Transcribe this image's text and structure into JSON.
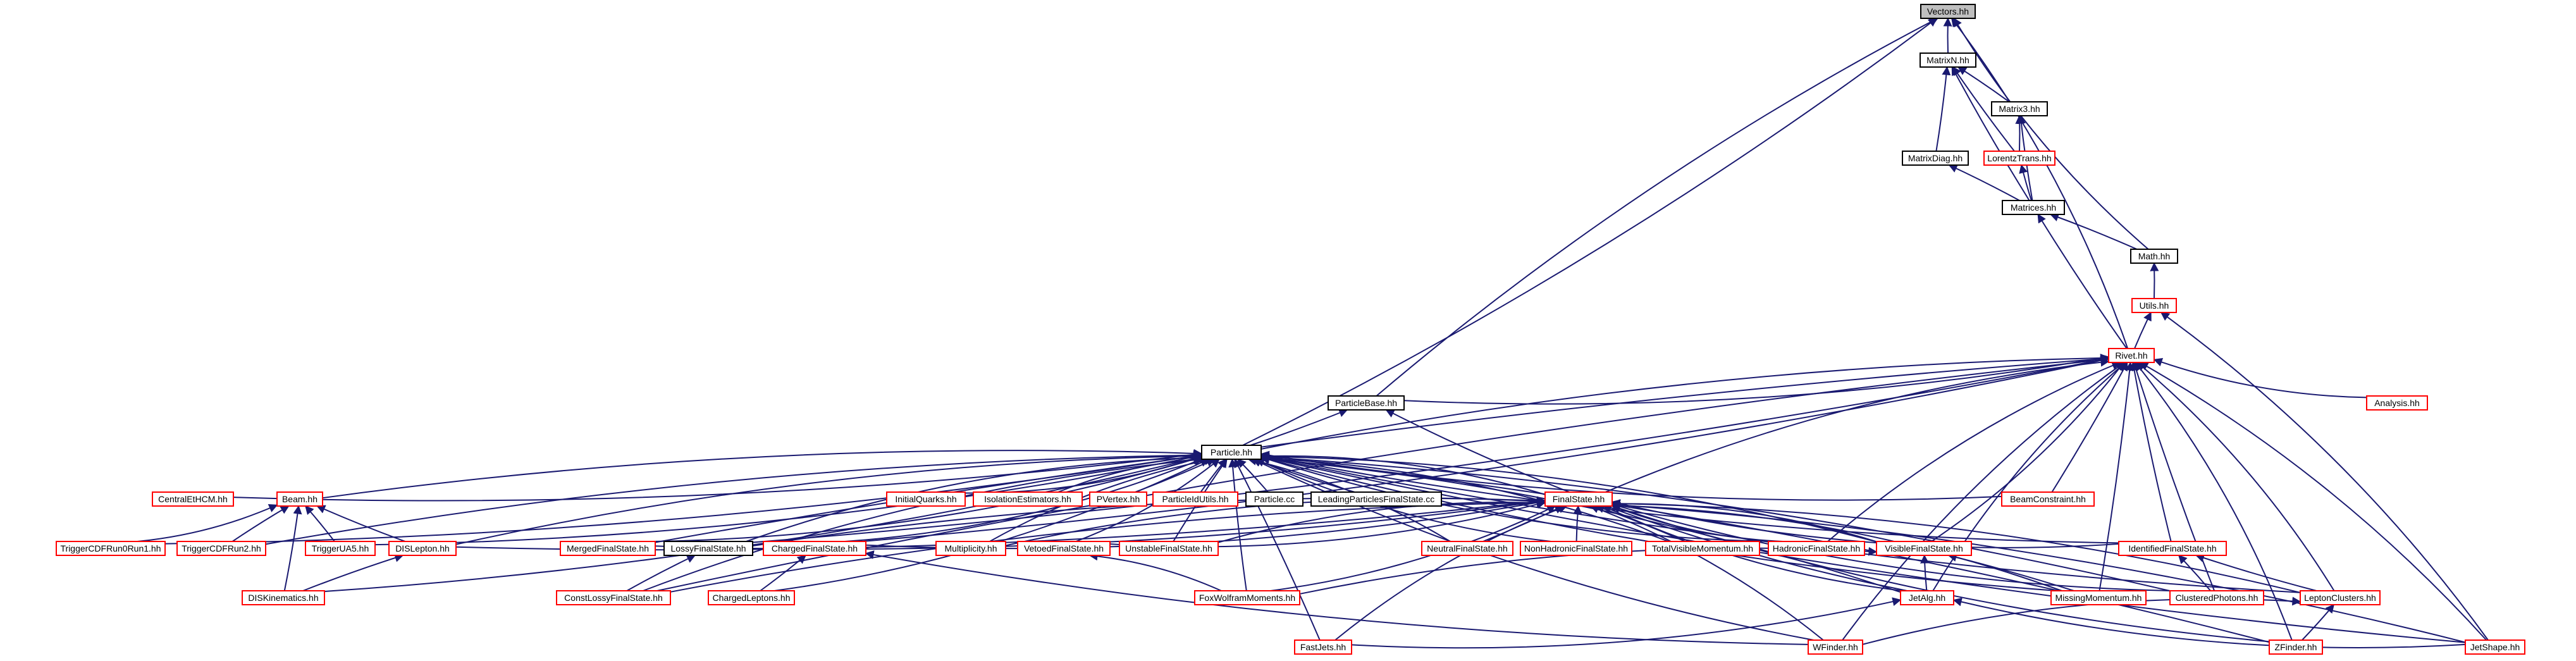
{
  "colors": {
    "edge": "#191970",
    "undocumented_border": "#ff0000",
    "documented_border": "#000000",
    "focus_fill": "#bfbfbf",
    "node_fill": "#ffffff"
  },
  "nodes": [
    {
      "id": "vectors",
      "label": "Vectors.hh",
      "style": "focus"
    },
    {
      "id": "matrixn",
      "label": "MatrixN.hh",
      "style": "black"
    },
    {
      "id": "matrix3",
      "label": "Matrix3.hh",
      "style": "black"
    },
    {
      "id": "lorentztrans",
      "label": "LorentzTrans.hh",
      "style": "red"
    },
    {
      "id": "matrixdiag",
      "label": "MatrixDiag.hh",
      "style": "black"
    },
    {
      "id": "matrices",
      "label": "Matrices.hh",
      "style": "black"
    },
    {
      "id": "math",
      "label": "Math.hh",
      "style": "black"
    },
    {
      "id": "utils",
      "label": "Utils.hh",
      "style": "red"
    },
    {
      "id": "rivet",
      "label": "Rivet.hh",
      "style": "red"
    },
    {
      "id": "analysis",
      "label": "Analysis.hh",
      "style": "red"
    },
    {
      "id": "particlebase",
      "label": "ParticleBase.hh",
      "style": "black"
    },
    {
      "id": "particle",
      "label": "Particle.hh",
      "style": "black"
    },
    {
      "id": "centraleth",
      "label": "CentralEtHCM.hh",
      "style": "red"
    },
    {
      "id": "beam",
      "label": "Beam.hh",
      "style": "red"
    },
    {
      "id": "initialquarks",
      "label": "InitialQuarks.hh",
      "style": "red"
    },
    {
      "id": "isolation",
      "label": "IsolationEstimators.hh",
      "style": "red"
    },
    {
      "id": "pvertex",
      "label": "PVertex.hh",
      "style": "red"
    },
    {
      "id": "particleidutils",
      "label": "ParticleIdUtils.hh",
      "style": "red"
    },
    {
      "id": "particlecc",
      "label": "Particle.cc",
      "style": "black"
    },
    {
      "id": "leadingparticles",
      "label": "LeadingParticlesFinalState.cc",
      "style": "black"
    },
    {
      "id": "finalstate",
      "label": "FinalState.hh",
      "style": "red"
    },
    {
      "id": "beamconstraint",
      "label": "BeamConstraint.hh",
      "style": "red"
    },
    {
      "id": "triggercdf1",
      "label": "TriggerCDFRun0Run1.hh",
      "style": "red"
    },
    {
      "id": "triggercdf2",
      "label": "TriggerCDFRun2.hh",
      "style": "red"
    },
    {
      "id": "triggerua5",
      "label": "TriggerUA5.hh",
      "style": "red"
    },
    {
      "id": "dislepton",
      "label": "DISLepton.hh",
      "style": "red"
    },
    {
      "id": "mergedfs",
      "label": "MergedFinalState.hh",
      "style": "red"
    },
    {
      "id": "lossyfs",
      "label": "LossyFinalState.hh",
      "style": "black"
    },
    {
      "id": "chargedfs",
      "label": "ChargedFinalState.hh",
      "style": "red"
    },
    {
      "id": "multiplicity",
      "label": "Multiplicity.hh",
      "style": "red"
    },
    {
      "id": "vetoedfs",
      "label": "VetoedFinalState.hh",
      "style": "red"
    },
    {
      "id": "unstablefs",
      "label": "UnstableFinalState.hh",
      "style": "red"
    },
    {
      "id": "neutralfs",
      "label": "NeutralFinalState.hh",
      "style": "red"
    },
    {
      "id": "nonhadronicfs",
      "label": "NonHadronicFinalState.hh",
      "style": "red"
    },
    {
      "id": "totalvisible",
      "label": "TotalVisibleMomentum.hh",
      "style": "red"
    },
    {
      "id": "hadronicfs",
      "label": "HadronicFinalState.hh",
      "style": "red"
    },
    {
      "id": "visiblefs",
      "label": "VisibleFinalState.hh",
      "style": "red"
    },
    {
      "id": "identifiedfs",
      "label": "IdentifiedFinalState.hh",
      "style": "red"
    },
    {
      "id": "diskinematics",
      "label": "DISKinematics.hh",
      "style": "red"
    },
    {
      "id": "constlossyfs",
      "label": "ConstLossyFinalState.hh",
      "style": "red"
    },
    {
      "id": "chargedleptons",
      "label": "ChargedLeptons.hh",
      "style": "red"
    },
    {
      "id": "foxwolfram",
      "label": "FoxWolframMoments.hh",
      "style": "red"
    },
    {
      "id": "jetalg",
      "label": "JetAlg.hh",
      "style": "red"
    },
    {
      "id": "missingmomentum",
      "label": "MissingMomentum.hh",
      "style": "red"
    },
    {
      "id": "clusteredphotons",
      "label": "ClusteredPhotons.hh",
      "style": "red"
    },
    {
      "id": "leptonclusters",
      "label": "LeptonClusters.hh",
      "style": "red"
    },
    {
      "id": "fastjets",
      "label": "FastJets.hh",
      "style": "red"
    },
    {
      "id": "wfinder",
      "label": "WFinder.hh",
      "style": "red"
    },
    {
      "id": "zfinder",
      "label": "ZFinder.hh",
      "style": "red"
    },
    {
      "id": "jetshape",
      "label": "JetShape.hh",
      "style": "red"
    }
  ],
  "edges": [
    [
      "matrixn",
      "vectors"
    ],
    [
      "particle",
      "vectors"
    ],
    [
      "particlebase",
      "vectors"
    ],
    [
      "rivet",
      "vectors"
    ],
    [
      "math",
      "vectors"
    ],
    [
      "matrix3",
      "matrixn"
    ],
    [
      "lorentztrans",
      "matrixn"
    ],
    [
      "matrixdiag",
      "matrixn"
    ],
    [
      "matrices",
      "matrixn"
    ],
    [
      "lorentztrans",
      "matrix3"
    ],
    [
      "matrices",
      "matrix3"
    ],
    [
      "matrices",
      "matrixdiag"
    ],
    [
      "matrices",
      "lorentztrans"
    ],
    [
      "math",
      "matrices"
    ],
    [
      "rivet",
      "matrices"
    ],
    [
      "utils",
      "math"
    ],
    [
      "rivet",
      "utils"
    ],
    [
      "jetshape",
      "utils"
    ],
    [
      "analysis",
      "rivet"
    ],
    [
      "particlebase",
      "rivet"
    ],
    [
      "particle",
      "rivet"
    ],
    [
      "beamconstraint",
      "rivet"
    ],
    [
      "finalstate",
      "rivet"
    ],
    [
      "visiblefs",
      "rivet"
    ],
    [
      "identifiedfs",
      "rivet"
    ],
    [
      "leptonclusters",
      "rivet"
    ],
    [
      "clusteredphotons",
      "rivet"
    ],
    [
      "missingmomentum",
      "rivet"
    ],
    [
      "jetalg",
      "rivet"
    ],
    [
      "zfinder",
      "rivet"
    ],
    [
      "wfinder",
      "rivet"
    ],
    [
      "jetshape",
      "rivet"
    ],
    [
      "constlossyfs",
      "rivet"
    ],
    [
      "lossyfs",
      "rivet"
    ],
    [
      "mergedfs",
      "rivet"
    ],
    [
      "chargedfs",
      "rivet"
    ],
    [
      "hadronicfs",
      "rivet"
    ],
    [
      "particle",
      "particlebase"
    ],
    [
      "jetalg",
      "particlebase"
    ],
    [
      "centraleth",
      "particle"
    ],
    [
      "beam",
      "particle"
    ],
    [
      "initialquarks",
      "particle"
    ],
    [
      "isolation",
      "particle"
    ],
    [
      "pvertex",
      "particle"
    ],
    [
      "particleidutils",
      "particle"
    ],
    [
      "particlecc",
      "particle"
    ],
    [
      "leadingparticles",
      "particle"
    ],
    [
      "finalstate",
      "particle"
    ],
    [
      "beamconstraint",
      "particle"
    ],
    [
      "triggercdf1",
      "particle"
    ],
    [
      "triggercdf2",
      "particle"
    ],
    [
      "triggerua5",
      "particle"
    ],
    [
      "dislepton",
      "particle"
    ],
    [
      "mergedfs",
      "particle"
    ],
    [
      "lossyfs",
      "particle"
    ],
    [
      "chargedfs",
      "particle"
    ],
    [
      "multiplicity",
      "particle"
    ],
    [
      "vetoedfs",
      "particle"
    ],
    [
      "unstablefs",
      "particle"
    ],
    [
      "neutralfs",
      "particle"
    ],
    [
      "nonhadronicfs",
      "particle"
    ],
    [
      "totalvisible",
      "particle"
    ],
    [
      "hadronicfs",
      "particle"
    ],
    [
      "visiblefs",
      "particle"
    ],
    [
      "identifiedfs",
      "particle"
    ],
    [
      "diskinematics",
      "particle"
    ],
    [
      "constlossyfs",
      "particle"
    ],
    [
      "chargedleptons",
      "particle"
    ],
    [
      "foxwolfram",
      "particle"
    ],
    [
      "jetalg",
      "particle"
    ],
    [
      "missingmomentum",
      "particle"
    ],
    [
      "clusteredphotons",
      "particle"
    ],
    [
      "leptonclusters",
      "particle"
    ],
    [
      "fastjets",
      "particle"
    ],
    [
      "wfinder",
      "particle"
    ],
    [
      "zfinder",
      "particle"
    ],
    [
      "jetshape",
      "particle"
    ],
    [
      "triggercdf1",
      "beam"
    ],
    [
      "triggercdf2",
      "beam"
    ],
    [
      "triggerua5",
      "beam"
    ],
    [
      "dislepton",
      "beam"
    ],
    [
      "diskinematics",
      "beam"
    ],
    [
      "diskinematics",
      "dislepton"
    ],
    [
      "mergedfs",
      "finalstate"
    ],
    [
      "lossyfs",
      "finalstate"
    ],
    [
      "chargedfs",
      "finalstate"
    ],
    [
      "multiplicity",
      "finalstate"
    ],
    [
      "vetoedfs",
      "finalstate"
    ],
    [
      "unstablefs",
      "finalstate"
    ],
    [
      "neutralfs",
      "finalstate"
    ],
    [
      "nonhadronicfs",
      "finalstate"
    ],
    [
      "totalvisible",
      "finalstate"
    ],
    [
      "hadronicfs",
      "finalstate"
    ],
    [
      "visiblefs",
      "finalstate"
    ],
    [
      "identifiedfs",
      "finalstate"
    ],
    [
      "dislepton",
      "finalstate"
    ],
    [
      "constlossyfs",
      "finalstate"
    ],
    [
      "foxwolfram",
      "finalstate"
    ],
    [
      "jetalg",
      "finalstate"
    ],
    [
      "missingmomentum",
      "finalstate"
    ],
    [
      "clusteredphotons",
      "finalstate"
    ],
    [
      "leptonclusters",
      "finalstate"
    ],
    [
      "fastjets",
      "finalstate"
    ],
    [
      "wfinder",
      "finalstate"
    ],
    [
      "zfinder",
      "finalstate"
    ],
    [
      "jetshape",
      "finalstate"
    ],
    [
      "constlossyfs",
      "lossyfs"
    ],
    [
      "chargedleptons",
      "chargedfs"
    ],
    [
      "wfinder",
      "chargedfs"
    ],
    [
      "foxwolfram",
      "vetoedfs"
    ],
    [
      "jetalg",
      "visiblefs"
    ],
    [
      "missingmomentum",
      "visiblefs"
    ],
    [
      "foxwolfram",
      "visiblefs"
    ],
    [
      "clusteredphotons",
      "identifiedfs"
    ],
    [
      "leptonclusters",
      "identifiedfs"
    ],
    [
      "zfinder",
      "leptonclusters"
    ],
    [
      "wfinder",
      "leptonclusters"
    ],
    [
      "fastjets",
      "jetalg"
    ],
    [
      "jetshape",
      "jetalg"
    ]
  ]
}
